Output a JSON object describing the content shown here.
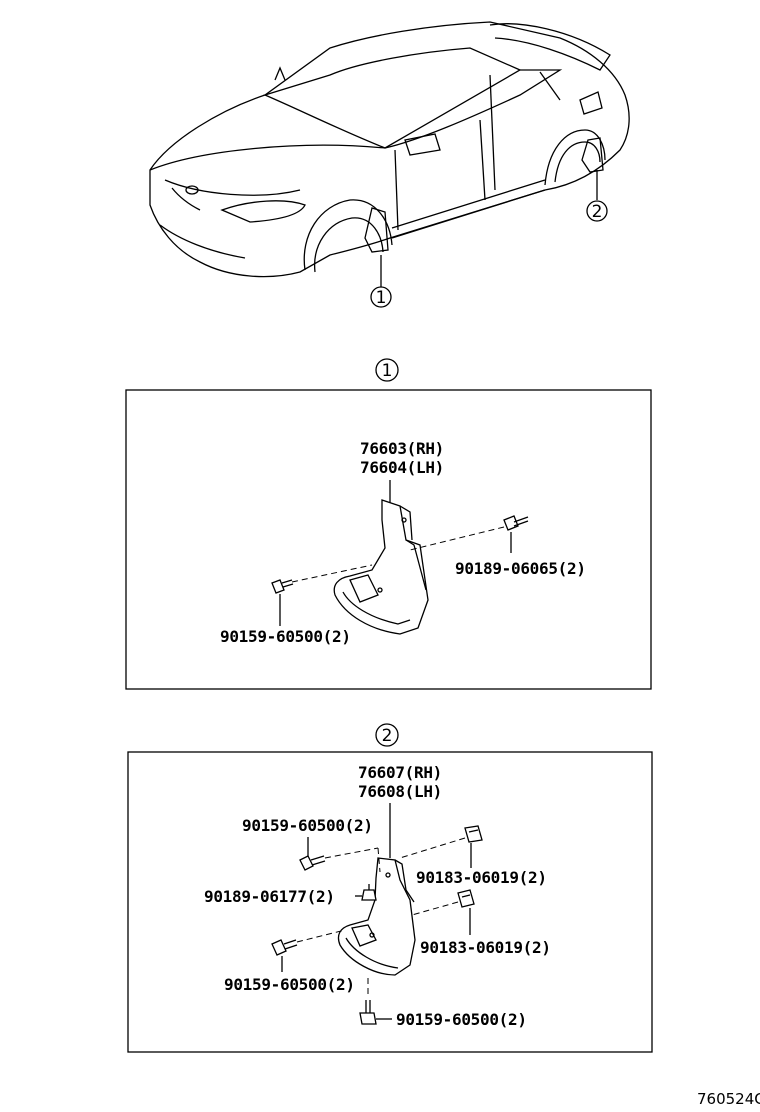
{
  "callouts": {
    "front": "1",
    "rear": "2"
  },
  "section1": {
    "heading": "1",
    "mudguard_rh": "76603(RH)",
    "mudguard_lh": "76604(LH)",
    "screw_right": "90189-06065(2)",
    "screw_left": "90159-60500(2)"
  },
  "section2": {
    "heading": "2",
    "mudguard_rh": "76607(RH)",
    "mudguard_lh": "76608(LH)",
    "bolt_upper": "90159-60500(2)",
    "rivet": "90189-06177(2)",
    "nut_upper": "90183-06019(2)",
    "nut_lower": "90183-06019(2)",
    "bolt_middle": "90159-60500(2)",
    "bolt_bottom": "90159-60500(2)"
  },
  "reference_code": "760524C"
}
